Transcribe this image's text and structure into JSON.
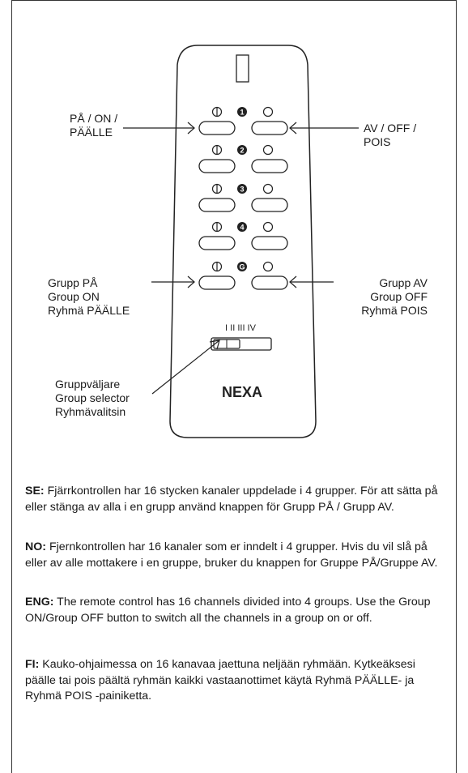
{
  "remote": {
    "brand": "NEXA",
    "selector_marks": "I II III IV",
    "channels": [
      "1",
      "2",
      "3",
      "4",
      "G"
    ]
  },
  "callouts": {
    "on_label": "PÅ / ON /\nPÄÄLLE",
    "off_label": "AV / OFF /\nPOIS",
    "group_on_label": "Grupp PÅ\nGroup ON\nRyhmä PÄÄLLE",
    "group_off_label": "Grupp AV\nGroup OFF\nRyhmä POIS",
    "group_selector_label": "Gruppväljare\nGroup selector\nRyhmävalitsin"
  },
  "paragraphs": [
    {
      "tag": "SE:",
      "text": " Fjärrkontrollen har 16 stycken kanaler uppdelade i 4 grupper. För att sätta på eller stänga av alla i en grupp använd knappen för Grupp PÅ / Grupp AV."
    },
    {
      "tag": "NO:",
      "text": " Fjernkontrollen har 16 kanaler som er inndelt i 4 grupper. Hvis du vil slå på eller av alle mottakere i en gruppe, bruker du knappen for Gruppe PÅ/Gruppe AV."
    },
    {
      "tag": "ENG:",
      "text": " The remote control has 16 channels divided into 4 groups. Use the Group ON/Group OFF button to switch all the channels in a group on or off."
    },
    {
      "tag": "FI:",
      "text": " Kauko-ohjaimessa on 16 kanavaa jaettuna neljään ryhmään. Kytkeäksesi päälle tai pois päältä ryhmän kaikki vastaanottimet käytä Ryhmä PÄÄLLE- ja Ryhmä POIS -painiketta."
    }
  ]
}
